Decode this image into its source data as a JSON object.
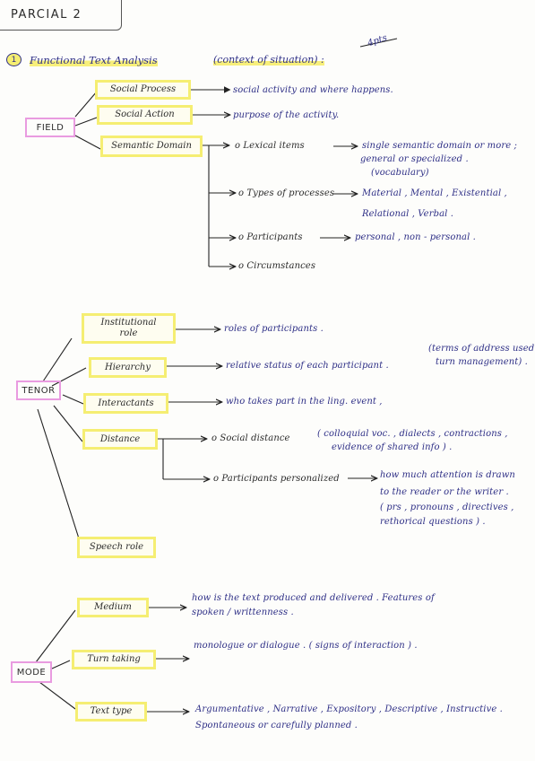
{
  "header": {
    "title": "PARCIAL 2"
  },
  "section": {
    "number": "1",
    "title": "Functional Text Analysis",
    "subtitle": "(context of situation) :",
    "points": "4pts"
  },
  "field": {
    "label": "FIELD",
    "social_process": {
      "label": "Social Process",
      "desc": "social activity and where happens."
    },
    "social_action": {
      "label": "Social Action",
      "desc": "purpose of the activity."
    },
    "semantic_domain": {
      "label": "Semantic Domain",
      "lexical": {
        "label": "o Lexical items",
        "desc1": "single semantic domain or more ;",
        "desc2": "general or specialized .",
        "desc3": "(vocabulary)"
      },
      "processes": {
        "label": "o Types of processes",
        "desc1": "Material , Mental , Existential ,",
        "desc2": "Relational , Verbal ."
      },
      "participants": {
        "label": "o Participants",
        "desc": "personal , non - personal ."
      },
      "circumstances": {
        "label": "o Circumstances"
      }
    }
  },
  "tenor": {
    "label": "TENOR",
    "institutional_role": {
      "label1": "Institutional",
      "label2": "role",
      "desc": "roles of participants ."
    },
    "hierarchy": {
      "label": "Hierarchy",
      "desc": "relative status of each participant .",
      "note1": "(terms of address used ,",
      "note2": "turn management) ."
    },
    "interactants": {
      "label": "Interactants",
      "desc": "who takes part in the ling. event ,"
    },
    "distance": {
      "label": "Distance",
      "social": {
        "label": "o Social distance",
        "desc1": "( colloquial voc. , dialects , contractions ,",
        "desc2": "evidence of shared info ) ."
      },
      "personalized": {
        "label": "o Participants personalized",
        "desc1": "how much attention is drawn",
        "desc2": "to the reader or the writer .",
        "desc3": "( prs , pronouns , directives ,",
        "desc4": "rethorical questions ) ."
      }
    },
    "speech_role": {
      "label": "Speech role"
    }
  },
  "mode": {
    "label": "MODE",
    "medium": {
      "label": "Medium",
      "desc1": "how is the text produced and delivered . Features of",
      "desc2": "spoken / writtenness ."
    },
    "turn_taking": {
      "label": "Turn taking",
      "desc": "monologue or dialogue . ( signs of interaction ) ."
    },
    "text_type": {
      "label": "Text type",
      "desc1": "Argumentative , Narrative , Expository , Descriptive , Instructive .",
      "desc2": "Spontaneous or carefully planned ."
    }
  },
  "colors": {
    "ink": "#2e2f86",
    "highlight": "#f5ee72",
    "pink": "#e99be0"
  }
}
